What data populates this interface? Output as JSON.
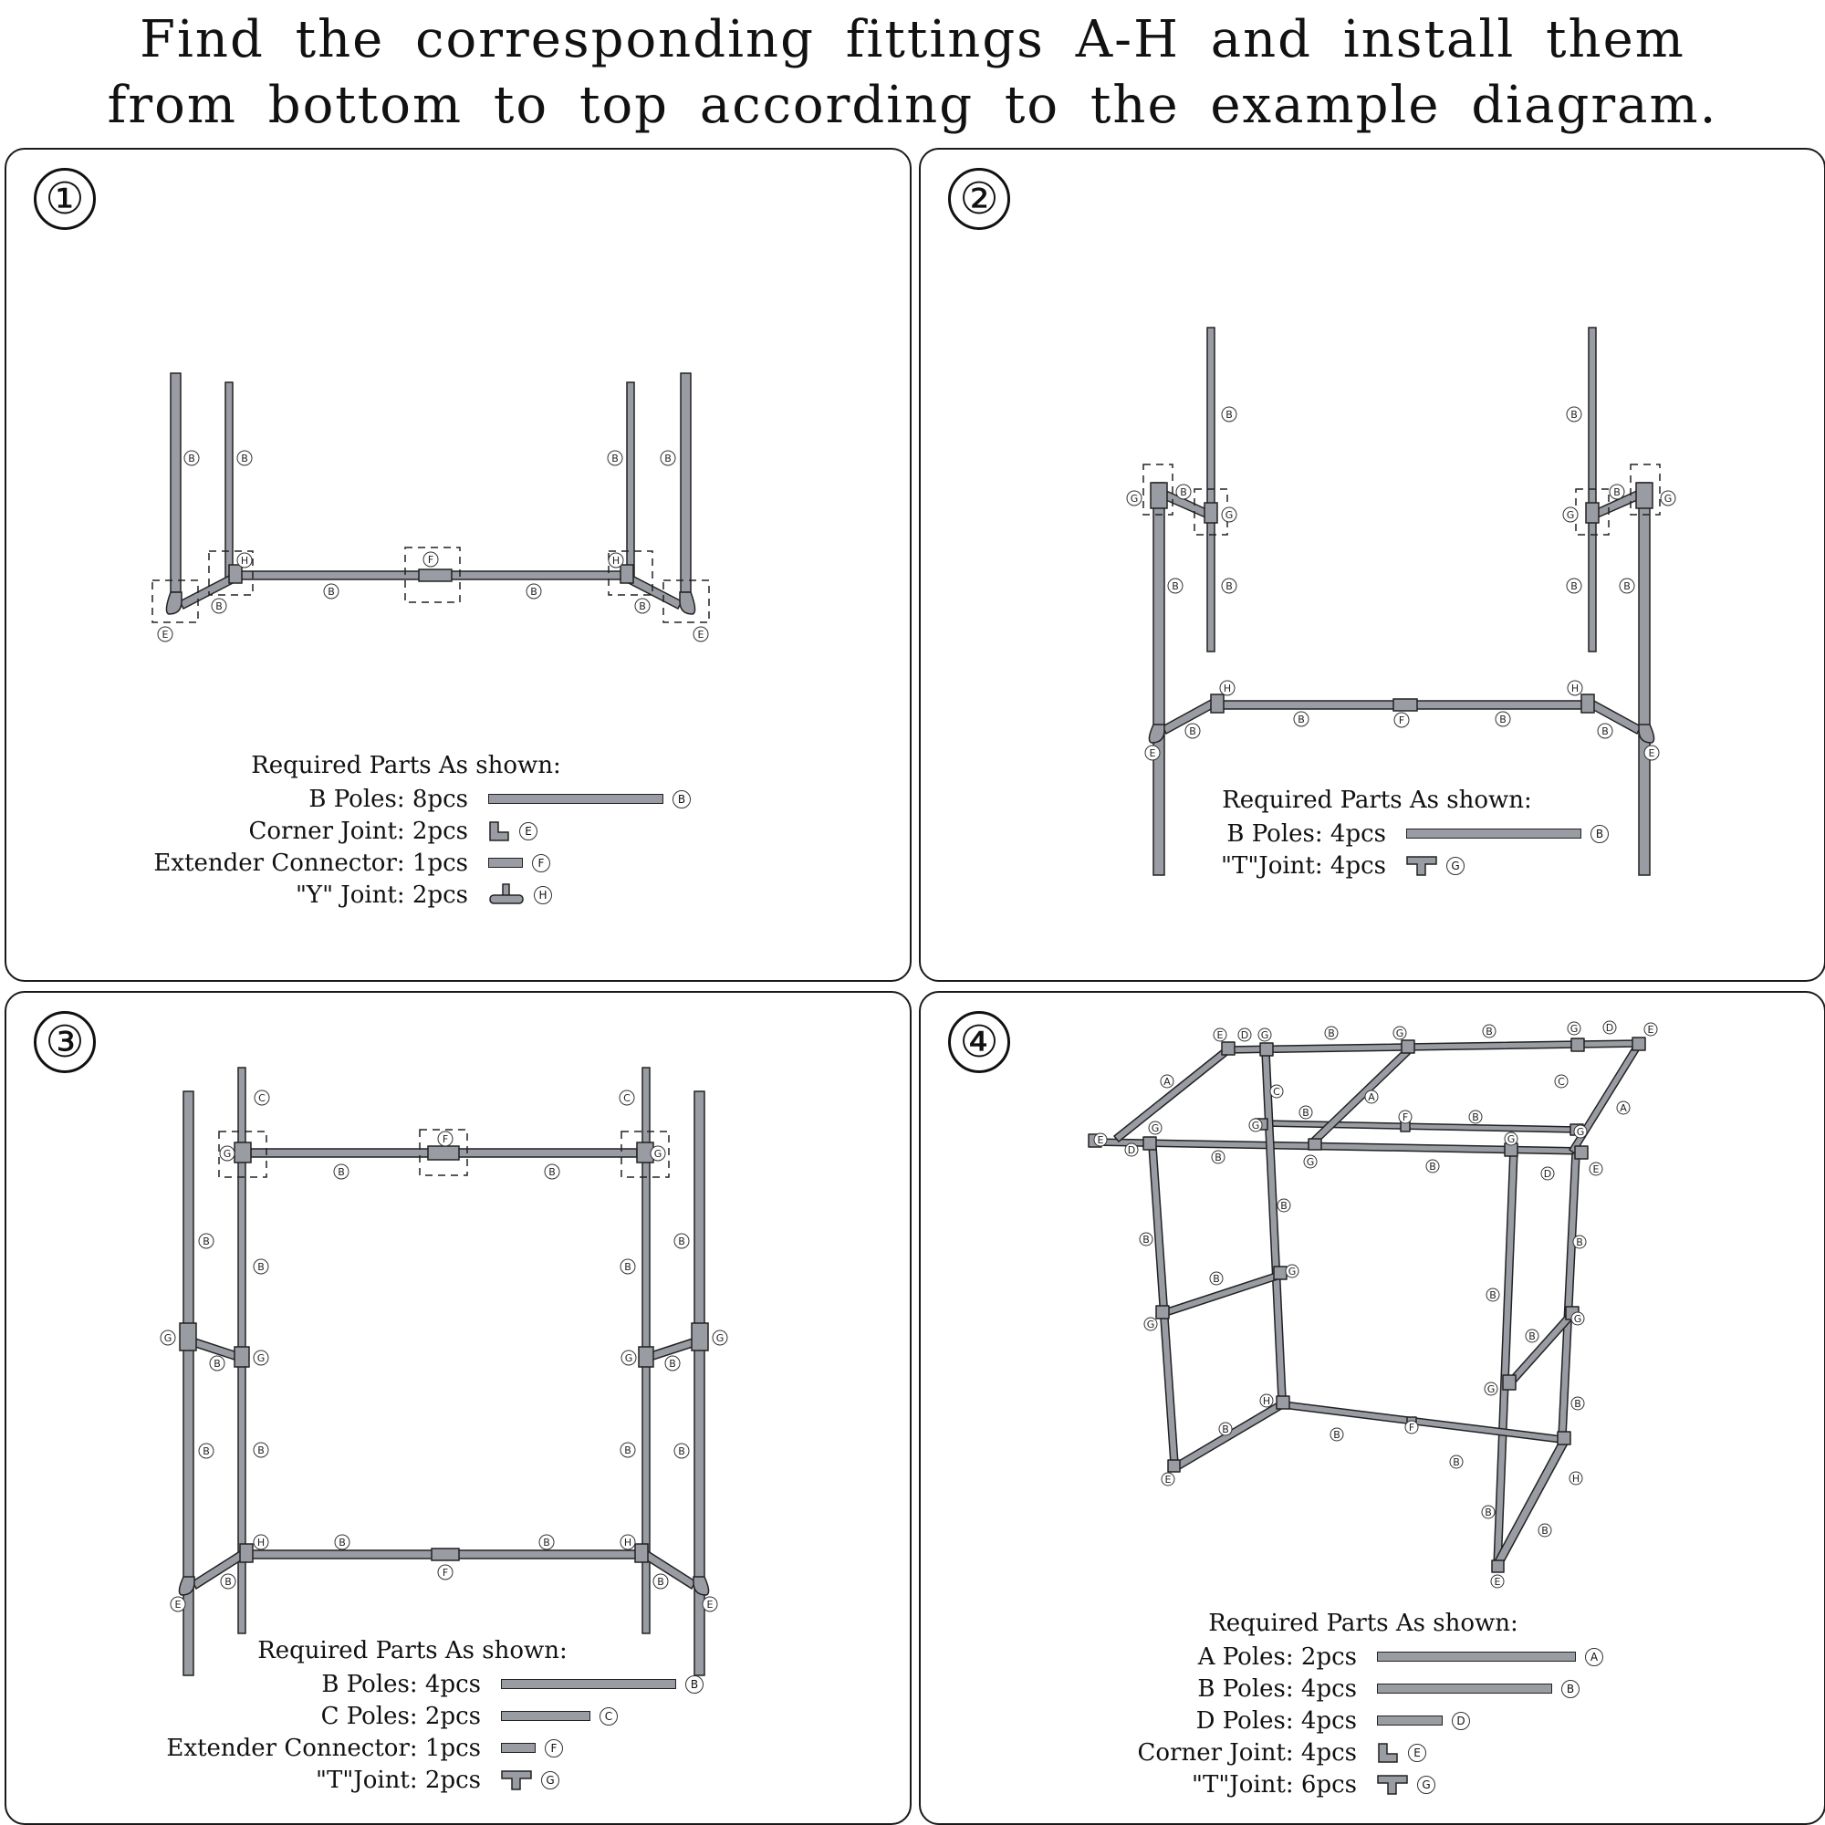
{
  "title": {
    "line1": "Find the corresponding fittings A-H and install them",
    "line2": "from bottom to top according to the example diagram."
  },
  "panels": [
    {
      "step": "①",
      "parts_header": "Required Parts As shown:",
      "parts": [
        {
          "label": "B Poles: 8pcs",
          "code": "B"
        },
        {
          "label": "Corner Joint: 2pcs",
          "code": "E"
        },
        {
          "label": "Extender Connector: 1pcs",
          "code": "F"
        },
        {
          "label": "\"Y\" Joint: 2pcs",
          "code": "H"
        }
      ]
    },
    {
      "step": "②",
      "parts_header": "Required Parts As shown:",
      "parts": [
        {
          "label": "B Poles: 4pcs",
          "code": "B"
        },
        {
          "label": "\"T\"Joint: 4pcs",
          "code": "G"
        }
      ]
    },
    {
      "step": "③",
      "parts_header": "Required Parts As shown:",
      "parts": [
        {
          "label": "B Poles: 4pcs",
          "code": "B"
        },
        {
          "label": "C Poles: 2pcs",
          "code": "C"
        },
        {
          "label": "Extender Connector: 1pcs",
          "code": "F"
        },
        {
          "label": "\"T\"Joint: 2pcs",
          "code": "G"
        }
      ]
    },
    {
      "step": "④",
      "parts_header": "Required Parts As shown:",
      "parts": [
        {
          "label": "A Poles: 2pcs",
          "code": "A"
        },
        {
          "label": "B Poles: 4pcs",
          "code": "B"
        },
        {
          "label": "D Poles: 4pcs",
          "code": "D"
        },
        {
          "label": "Corner Joint: 4pcs",
          "code": "E"
        },
        {
          "label": "\"T\"Joint: 6pcs",
          "code": "G"
        }
      ]
    }
  ],
  "colors": {
    "pipe": "#9a9ca4",
    "outline": "#222222"
  }
}
